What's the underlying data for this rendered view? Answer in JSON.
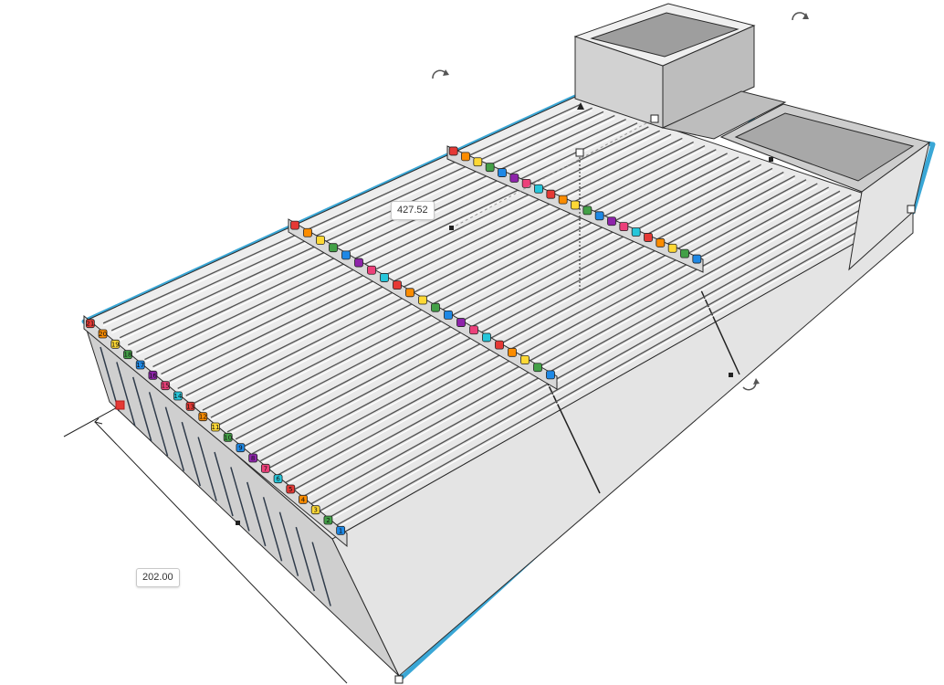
{
  "viewport": {
    "selection_color": "#3aa7d6",
    "surface_color": "#e6e6e6",
    "shadow_color": "#cfcfcf",
    "edge_color": "#2a2a2a",
    "handle_active_color": "#e53935"
  },
  "dimensions": {
    "length_value": "427.52",
    "width_value": "202.00"
  },
  "controls": {
    "rotate_icon_name": "rotate-icon",
    "resize_handle_icon_name": "resize-handle"
  },
  "number_labels": {
    "front_row": [
      "1",
      "2",
      "3",
      "4",
      "5",
      "6",
      "7",
      "8",
      "9",
      "10",
      "11",
      "12",
      "13",
      "14",
      "15",
      "16",
      "17",
      "18",
      "19",
      "20",
      "21"
    ],
    "palette": [
      "#e53935",
      "#fb8c00",
      "#fdd835",
      "#43a047",
      "#1e88e5",
      "#8e24aa",
      "#ec407a",
      "#26c6da"
    ]
  }
}
